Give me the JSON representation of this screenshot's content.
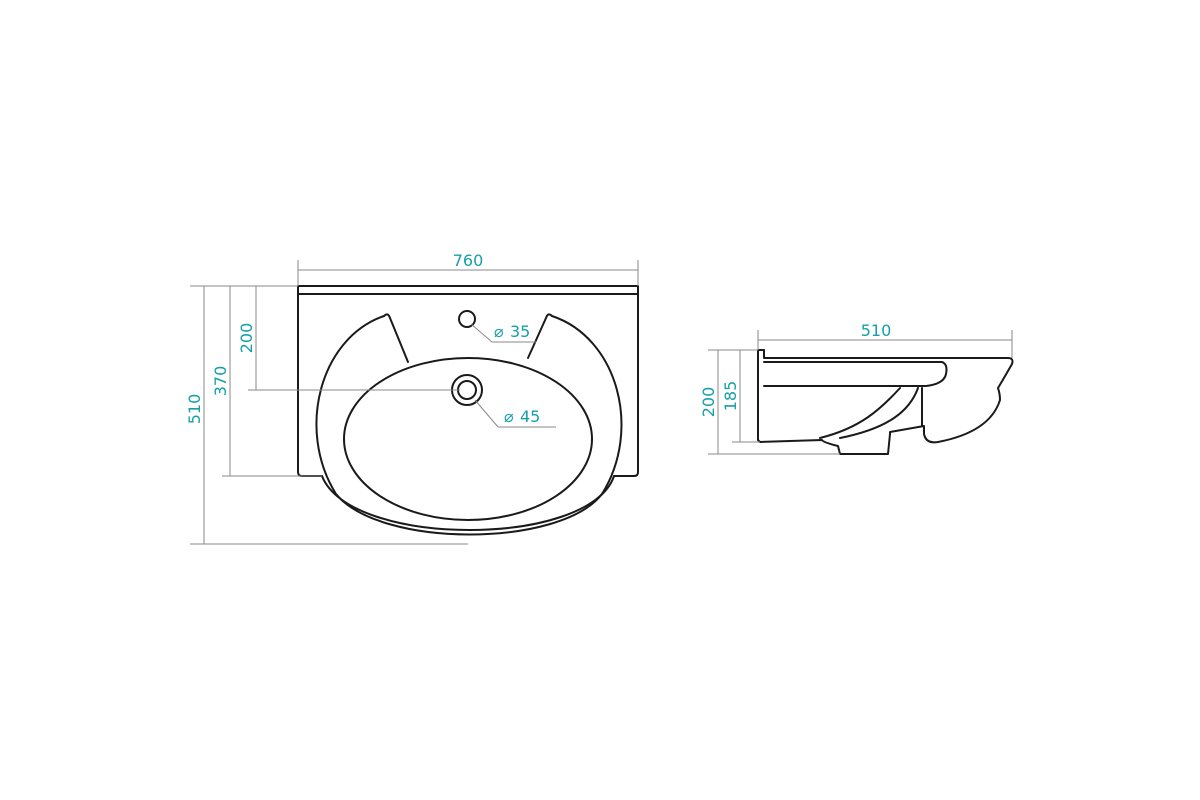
{
  "colors": {
    "outline": "#1a1a1a",
    "dimension_line": "#8a8a8a",
    "dimension_text": "#13a0a8",
    "background": "#ffffff"
  },
  "top_view": {
    "dimensions": {
      "width": "760",
      "depth_overall": "510",
      "depth_to_bowl_edge": "370",
      "depth_to_drain": "200",
      "faucet_hole": "35",
      "drain_hole": "45"
    },
    "diameter_symbol": "⌀"
  },
  "side_view": {
    "dimensions": {
      "depth": "510",
      "height_overall": "200",
      "height_bowl": "185"
    }
  }
}
